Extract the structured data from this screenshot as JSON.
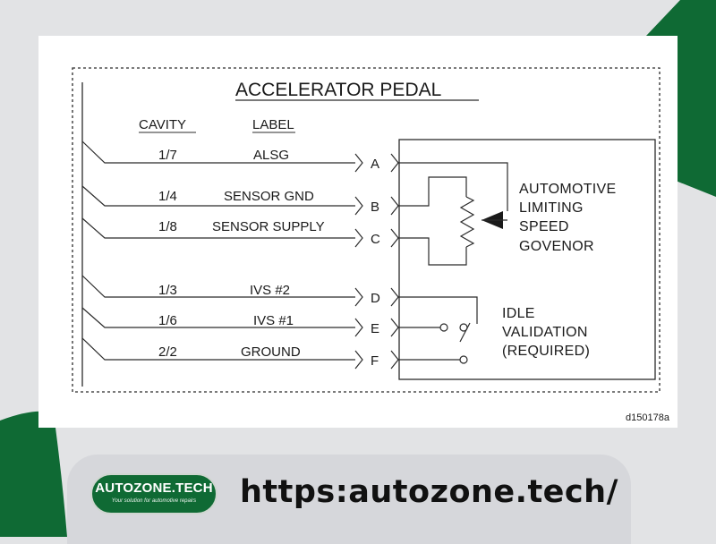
{
  "diagram": {
    "title": "ACCELERATOR PEDAL",
    "headers": {
      "cavity": "CAVITY",
      "label": "LABEL"
    },
    "rows": [
      {
        "cavity": "1/7",
        "label": "ALSG",
        "pin": "A"
      },
      {
        "cavity": "1/4",
        "label": "SENSOR GND",
        "pin": "B"
      },
      {
        "cavity": "1/8",
        "label": "SENSOR SUPPLY",
        "pin": "C"
      },
      {
        "cavity": "1/3",
        "label": "IVS #2",
        "pin": "D"
      },
      {
        "cavity": "1/6",
        "label": "IVS #1",
        "pin": "E"
      },
      {
        "cavity": "2/2",
        "label": "GROUND",
        "pin": "F"
      }
    ],
    "asg_lines": [
      "AUTOMOTIVE",
      "LIMITING",
      "SPEED",
      "GOVENOR"
    ],
    "idle_lines": [
      "IDLE",
      "VALIDATION",
      "(REQUIRED)"
    ],
    "figure_id": "d150178a"
  },
  "footer": {
    "logo_name": "AUTOZONE.TECH",
    "logo_tagline": "Your solution for automotive repairs",
    "url": "https:autozone.tech/"
  },
  "colors": {
    "page_bg": "#e2e3e5",
    "brand_green": "#0f6a34",
    "footer_bar": "#d6d7db",
    "line": "#2b2b2b"
  }
}
